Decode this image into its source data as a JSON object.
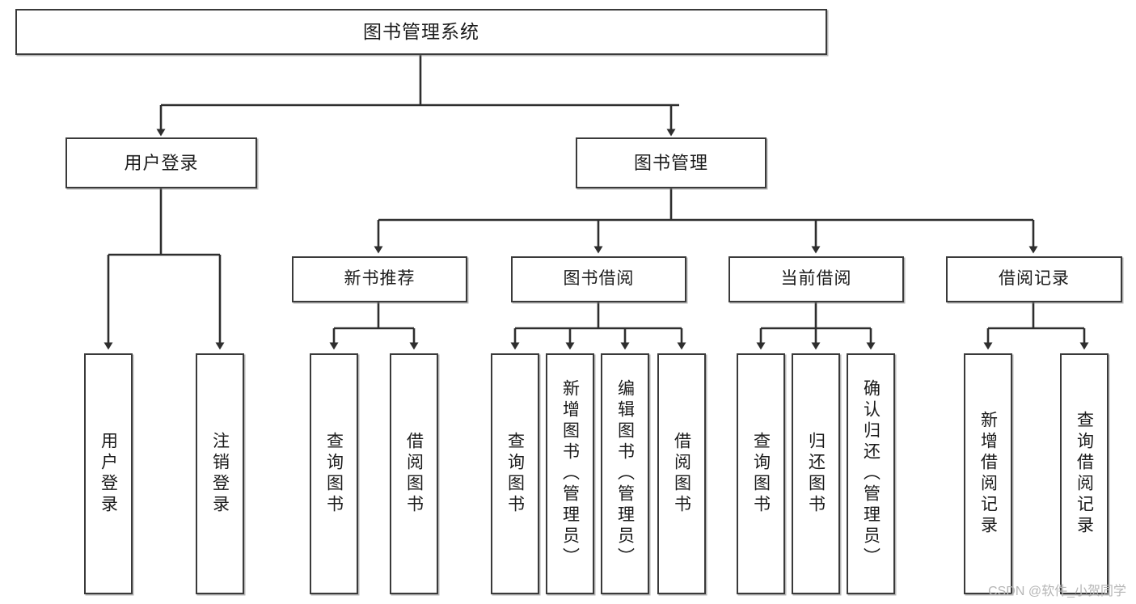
{
  "diagram": {
    "title": "图书管理系统",
    "watermark": "CSDN @软件_小贺同学",
    "colors": {
      "background": "#ffffff",
      "node_fill": "#ffffff",
      "node_border": "#3a3a3a",
      "connector": "#2e2e2e",
      "text": "#1b1b1b",
      "watermark": "#b6b6b6"
    },
    "root": {
      "label": "图书管理系统"
    },
    "level2": [
      {
        "label": "用户登录"
      },
      {
        "label": "图书管理"
      }
    ],
    "level3": [
      {
        "label": "新书推荐"
      },
      {
        "label": "图书借阅"
      },
      {
        "label": "当前借阅"
      },
      {
        "label": "借阅记录"
      }
    ],
    "leaves": {
      "user_login": [
        {
          "label": "用户登录"
        },
        {
          "label": "注销登录"
        }
      ],
      "new_book_recommend": [
        {
          "label": "查询图书"
        },
        {
          "label": "借阅图书"
        }
      ],
      "book_borrow": [
        {
          "label": "查询图书"
        },
        {
          "label": "新增图书（管理员）"
        },
        {
          "label": "编辑图书（管理员）"
        },
        {
          "label": "借阅图书"
        }
      ],
      "current_borrow": [
        {
          "label": "查询图书"
        },
        {
          "label": "归还图书"
        },
        {
          "label": "确认归还（管理员）"
        }
      ],
      "borrow_record": [
        {
          "label": "新增借阅记录"
        },
        {
          "label": "查询借阅记录"
        }
      ]
    }
  }
}
